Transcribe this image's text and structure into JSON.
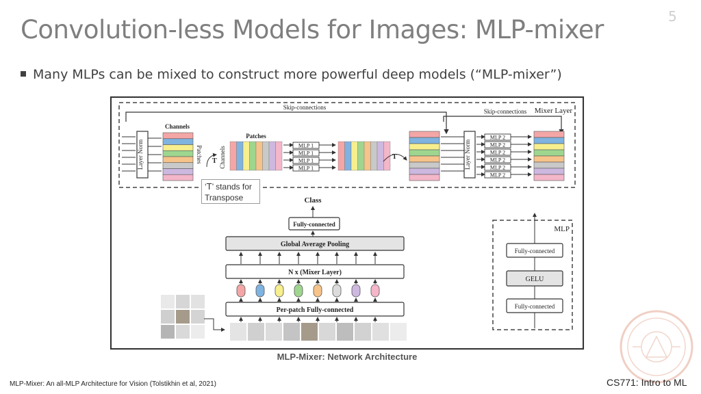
{
  "slide": {
    "number": "5",
    "title": "Convolution-less Models for Images: MLP-mixer",
    "bullet": "Many MLPs can be mixed to construct more powerful deep models (“MLP-mixer”)",
    "footer_reference": "MLP-Mixer: An all-MLP Architecture for Vision (Tolstikhin et al, 2021)",
    "footer_course": "CS771: Intro to ML"
  },
  "figure": {
    "caption": "MLP-Mixer: Network Architecture",
    "mixer_layer_label": "Mixer Layer",
    "skip_connections": "Skip-connections",
    "layer_norm": "Layer Norm",
    "channels": "Channels",
    "patches": "Patches",
    "transpose_symbol": "T",
    "mlp1": "MLP 1",
    "mlp2": "MLP 2",
    "class_label": "Class",
    "fully_connected": "Fully-connected",
    "global_average_pooling": "Global Average Pooling",
    "n_mixer_layer": "N x (Mixer Layer)",
    "per_patch_fc": "Per-patch Fully-connected",
    "mlp_label": "MLP",
    "gelu": "GELU",
    "note_t": "T",
    "note_rest": "’ stands for",
    "note_open": "‘",
    "note_line2": "Transpose",
    "stripe_colors": [
      "#f4a6a6",
      "#7fb3e0",
      "#f7ee8e",
      "#9fd68f",
      "#f6c38a",
      "#c9c9c9",
      "#cdb8e0",
      "#f4b6c9"
    ],
    "token_colors": [
      "#f4a6a6",
      "#7fb3e0",
      "#f7ee8e",
      "#9fd68f",
      "#f6c38a",
      "#dcdcdc",
      "#cdb8e0",
      "#f4b6c9"
    ]
  }
}
